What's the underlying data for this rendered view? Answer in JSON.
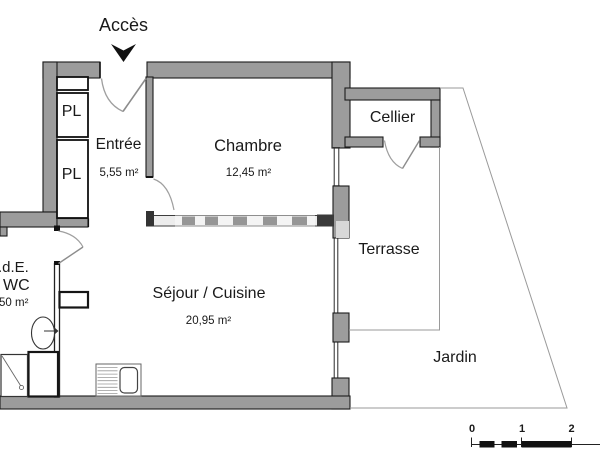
{
  "plan": {
    "access_label": "Accès",
    "rooms": {
      "entree": {
        "name": "Entrée",
        "area": "5,55 m²"
      },
      "chambre": {
        "name": "Chambre",
        "area": "12,45 m²"
      },
      "cellier": {
        "name": "Cellier"
      },
      "sejour_cuisine": {
        "name": "Séjour / Cuisine",
        "area": "20,95 m²"
      },
      "sde": {
        "name_partial": ".d.E.",
        "wc_label": "WC",
        "area_partial": "50 m²"
      },
      "terrasse": {
        "name": "Terrasse"
      },
      "jardin": {
        "name": "Jardin"
      }
    },
    "closets": {
      "pl1": "PL",
      "pl2": "PL"
    },
    "scale_bar": {
      "labels": [
        "0",
        "1",
        "2"
      ]
    },
    "colors": {
      "wall_fill": "#9c9c9c",
      "wall_outline": "#1c1c1c",
      "boundary_line": "#9a9a9a",
      "text": "#1a1a1a"
    }
  }
}
